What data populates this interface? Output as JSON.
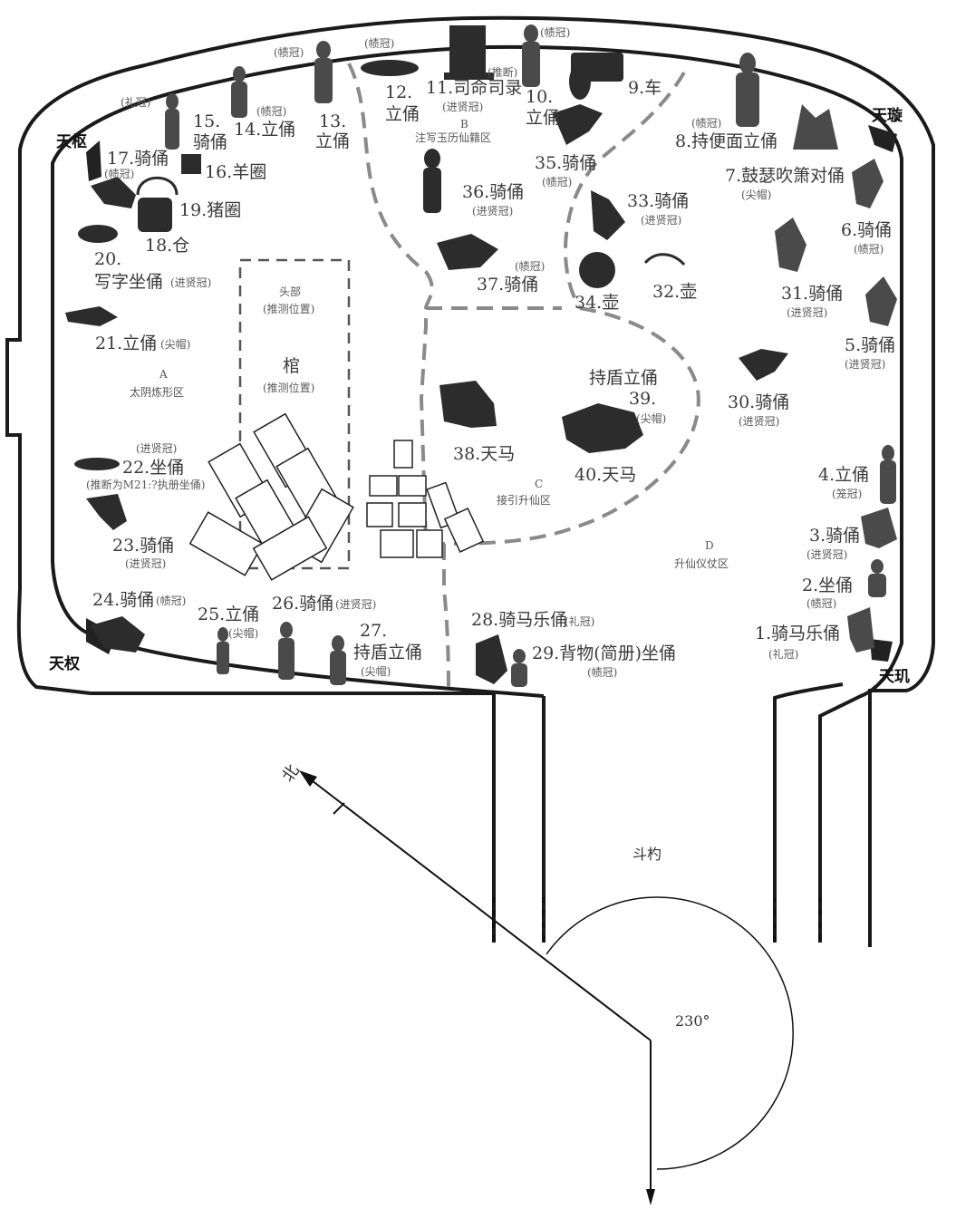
{
  "corners": {
    "tianshu": "天枢",
    "tianxuan": "天璇",
    "tianquan": "天权",
    "tianji": "天玑"
  },
  "zones": {
    "A_letter": "A",
    "A_name": "太阴炼形区",
    "B_letter": "B",
    "B_name": "注写玉历仙籍区",
    "C_letter": "C",
    "C_name": "接引升仙区",
    "D_letter": "D",
    "D_name": "升仙仪仗区"
  },
  "coffin": {
    "head": "头部",
    "head_note": "(推测位置)",
    "name": "棺",
    "note": "(推测位置)"
  },
  "items": {
    "i1": {
      "label": "1.骑马乐俑",
      "crown": "(礼冠)"
    },
    "i2": {
      "label": "2.坐俑",
      "crown": "(帻冠)"
    },
    "i3": {
      "label": "3.骑俑",
      "crown": "(进贤冠)"
    },
    "i4": {
      "label": "4.立俑",
      "crown": "(笼冠)"
    },
    "i5": {
      "label": "5.骑俑",
      "crown": "(进贤冠)"
    },
    "i6": {
      "label": "6.骑俑",
      "crown": "(帻冠)"
    },
    "i7": {
      "label": "7.鼓瑟吹箫对俑",
      "crown": "(尖帽)"
    },
    "i8": {
      "label": "8.持便面立俑",
      "crown": "(帻冠)"
    },
    "i9": {
      "label": "9.车"
    },
    "i10": {
      "label_a": "10.",
      "label_b": "立俑",
      "crown": "(帻冠)"
    },
    "i11": {
      "label": "11.司命司录",
      "crown": "(进贤冠)",
      "note": "(推断)"
    },
    "i12": {
      "label_a": "12.",
      "label_b": "立俑",
      "crown": "(帻冠)"
    },
    "i13": {
      "label_a": "13.",
      "label_b": "立俑"
    },
    "i14": {
      "label": "14.立俑",
      "crown": "(帻冠)"
    },
    "i15": {
      "label_a": "15.",
      "label_b": "骑俑",
      "crown": "(礼冠)"
    },
    "i16": {
      "label": "16.羊圈"
    },
    "i17": {
      "label": "17.骑俑",
      "crown": "(帻冠)"
    },
    "i18": {
      "label": "18.仓"
    },
    "i19": {
      "label": "19.猪圈"
    },
    "i20": {
      "label_a": "20.",
      "label_b": "写字坐俑",
      "crown": "(进贤冠)"
    },
    "i21": {
      "label": "21.立俑",
      "crown": "(尖帽)"
    },
    "i22": {
      "label": "22.坐俑",
      "crown": "(进贤冠)",
      "note": "(推断为M21:?执册坐俑)"
    },
    "i23": {
      "label": "23.骑俑",
      "crown": "(进贤冠)"
    },
    "i24": {
      "label": "24.骑俑",
      "crown": "(帻冠)"
    },
    "i25": {
      "label": "25.立俑",
      "crown": "(尖帽)"
    },
    "i26": {
      "label": "26.骑俑",
      "crown": "(进贤冠)"
    },
    "i27": {
      "label_a": "27.",
      "label_b": "持盾立俑",
      "crown": "(尖帽)"
    },
    "i28": {
      "label": "28.骑马乐俑",
      "crown": "(礼冠)"
    },
    "i29": {
      "label": "29.背物(简册)坐俑",
      "crown": "(帻冠)"
    },
    "i30": {
      "label": "30.骑俑",
      "crown": "(进贤冠)"
    },
    "i31": {
      "label": "31.骑俑",
      "crown": "(进贤冠)"
    },
    "i32": {
      "label": "32.壶"
    },
    "i33": {
      "label": "33.骑俑",
      "crown": "(进贤冠)"
    },
    "i34": {
      "label": "34.壶"
    },
    "i35": {
      "label": "35.骑俑",
      "crown": "(帻冠)"
    },
    "i36": {
      "label": "36.骑俑",
      "crown": "(进贤冠)"
    },
    "i37": {
      "label": "37.骑俑",
      "crown": "(帻冠)"
    },
    "i38": {
      "label": "38.天马"
    },
    "i39": {
      "label_a": "持盾立俑",
      "label_b": "39.",
      "crown": "(尖帽)"
    },
    "i40": {
      "label": "40.天马"
    }
  },
  "compass": {
    "north": "北",
    "handle": "斗杓",
    "angle": "230°"
  }
}
